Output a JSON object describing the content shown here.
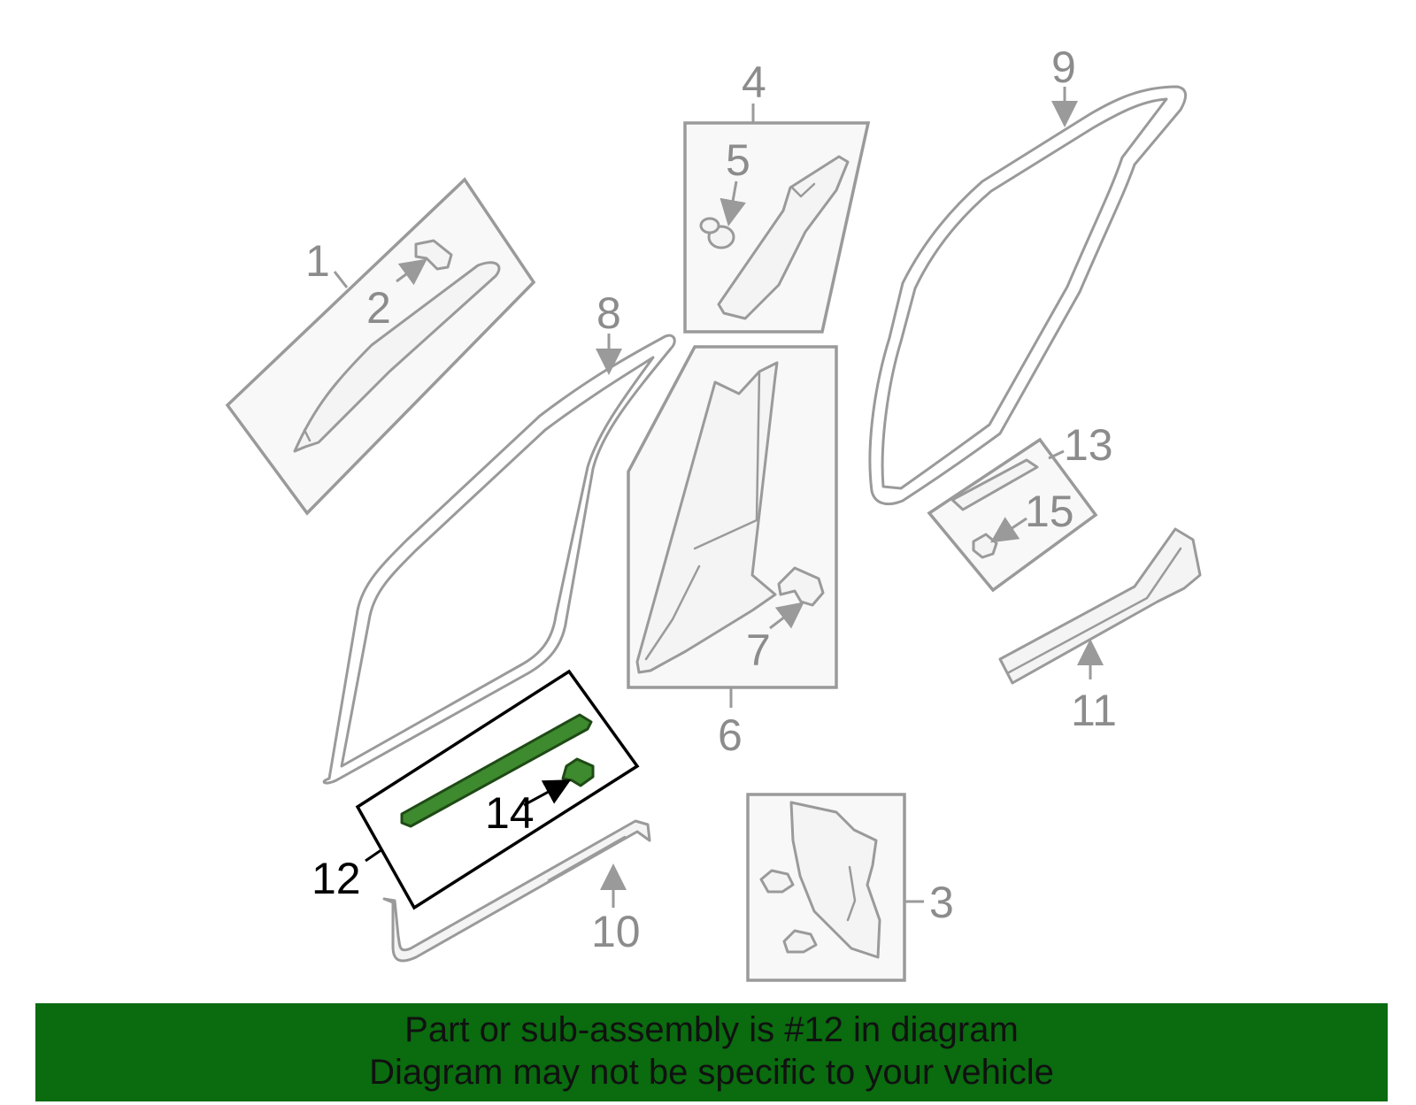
{
  "diagram": {
    "callouts": [
      "1",
      "2",
      "3",
      "4",
      "5",
      "6",
      "7",
      "8",
      "9",
      "10",
      "11",
      "12",
      "13",
      "14",
      "15"
    ],
    "highlighted_callouts": [
      "12",
      "14"
    ],
    "highlight_color": "#3e8a2e"
  },
  "banner": {
    "line1": "Part or sub-assembly is #12 in diagram",
    "line2": "Diagram may not be specific to your vehicle",
    "background": "#0a6b0f"
  }
}
